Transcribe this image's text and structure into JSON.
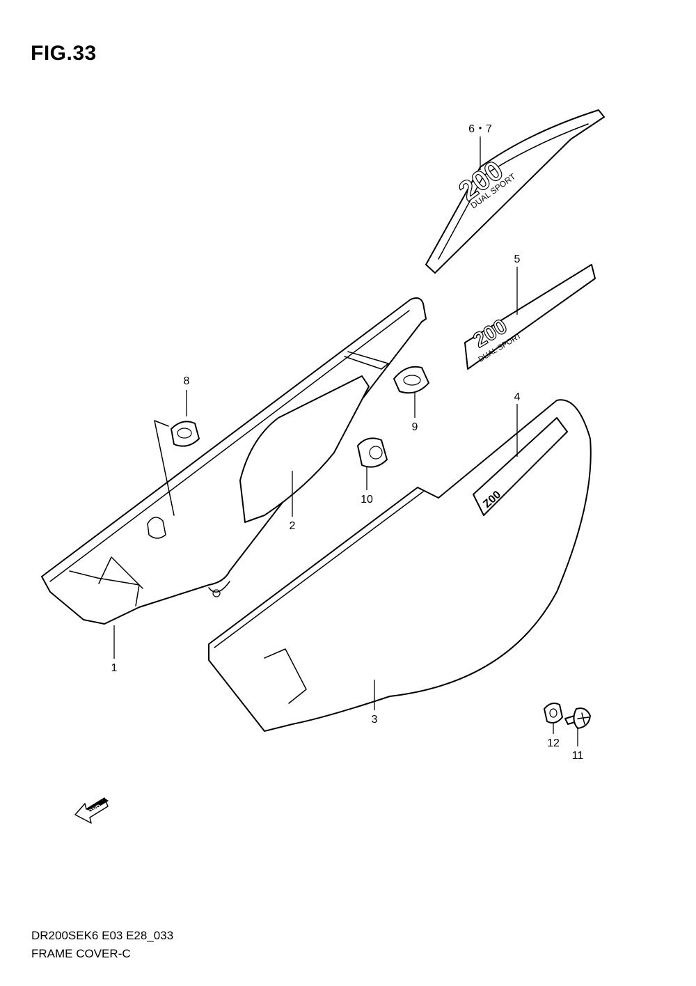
{
  "figure": {
    "title": "FIG.33"
  },
  "footer": {
    "model_code": "DR200SEK6 E03 E28_033",
    "section_name": "FRAME COVER-C"
  },
  "callouts": [
    {
      "id": "c1",
      "label": "1"
    },
    {
      "id": "c2",
      "label": "2"
    },
    {
      "id": "c3",
      "label": "3"
    },
    {
      "id": "c4",
      "label": "4"
    },
    {
      "id": "c5",
      "label": "5"
    },
    {
      "id": "c67",
      "label": "6・7"
    },
    {
      "id": "c8",
      "label": "8"
    },
    {
      "id": "c9",
      "label": "9"
    },
    {
      "id": "c10",
      "label": "10"
    },
    {
      "id": "c11",
      "label": "11"
    },
    {
      "id": "c12",
      "label": "12"
    }
  ],
  "emblems": {
    "large_model": "200",
    "large_sub": "DUAL SPORT",
    "small_model": "200",
    "small_sub": "DUAL SPORT",
    "cover_model": "Z00"
  },
  "fwd_arrow": {
    "text": "FWD"
  }
}
